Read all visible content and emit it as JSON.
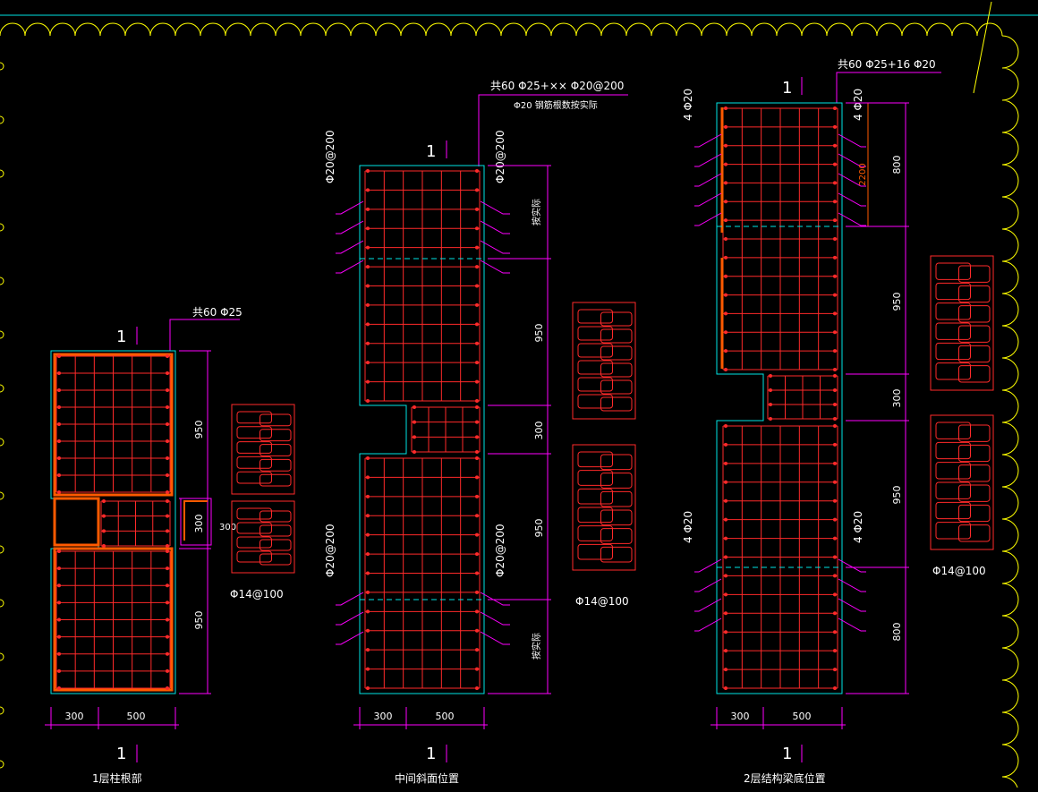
{
  "section_mark": "1",
  "sections": [
    {
      "caption": "1层柱根部",
      "main_bar_label": "共60 Φ25",
      "stirrup_label": "Φ14@100",
      "dims_vertical": [
        "950",
        "300",
        "950"
      ],
      "dims_horizontal": [
        "300",
        "500"
      ],
      "notch_dim": "300"
    },
    {
      "caption": "中间斜面位置",
      "main_bar_label": "共60 Φ25+×× Φ20@200",
      "main_bar_note": "Φ20 钢筋根数按实际",
      "side_bar_labels": [
        "Φ20@200",
        "Φ20@200",
        "Φ20@200",
        "Φ20@200"
      ],
      "stirrup_label": "Φ14@100",
      "dims_vertical": [
        "按实际",
        "950",
        "300",
        "950",
        "按实际"
      ],
      "dims_horizontal": [
        "300",
        "500"
      ]
    },
    {
      "caption": "2层结构梁底位置",
      "main_bar_label": "共60 Φ25+16 Φ20",
      "side_bar_labels": [
        "4 Φ20",
        "4 Φ20",
        "4 Φ20",
        "4 Φ20"
      ],
      "anchor_label": "2200",
      "stirrup_label": "Φ14@100",
      "dims_vertical": [
        "800",
        "950",
        "300",
        "950",
        "800"
      ],
      "dims_horizontal": [
        "300",
        "500"
      ]
    }
  ],
  "colors": {
    "background": "#000000",
    "outline": "#00e5e5",
    "rebar": "#ff2a2a",
    "heavy_rebar": "#ff5a00",
    "dimension": "#ff00ff",
    "text": "#ffffff",
    "cloud": "#ffff00"
  }
}
